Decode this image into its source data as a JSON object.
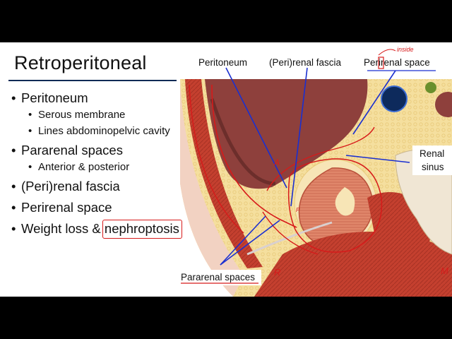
{
  "slide": {
    "title": "Retroperitoneal",
    "bullets": [
      {
        "text": "Peritoneum",
        "subs": [
          "Serous membrane",
          "Lines abdominopelvic cavity"
        ]
      },
      {
        "text": "Pararenal spaces",
        "subs": [
          "Anterior & posterior"
        ]
      },
      {
        "text": "(Peri)renal fascia",
        "subs": []
      },
      {
        "text": "Perirenal space",
        "subs": []
      },
      {
        "text": "Weight loss & ",
        "highlight": "nephroptosis",
        "subs": []
      }
    ]
  },
  "diagram": {
    "labels": {
      "peritoneum": "Peritoneum",
      "perirenal_fascia": "(Peri)renal fascia",
      "perirenal_space": "Perirenal space",
      "renal_sinus_line1": "Renal",
      "renal_sinus_line2": "sinus",
      "pararenal_spaces": "Pararenal spaces"
    },
    "annotations": {
      "inside": "inside",
      "a": "A",
      "p": "P",
      "r": "R",
      "m": "M"
    },
    "colors": {
      "ink_red": "#d71a1a",
      "ink_blue": "#1a2fd0",
      "muscle": "#c0392b",
      "fat": "#f4dd9a",
      "liver": "#8b3c3a",
      "title_rule": "#0b2a55"
    }
  }
}
